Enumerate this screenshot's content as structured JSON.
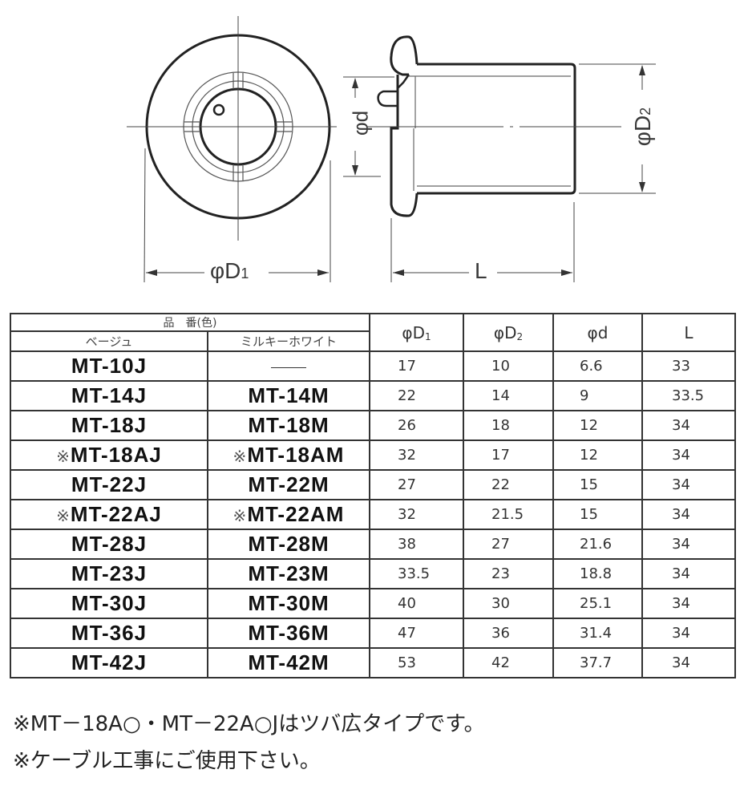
{
  "drawing": {
    "front_view": {
      "dimension_label": "φD1",
      "label_main": "φD",
      "label_sub": "1"
    },
    "side_view": {
      "dimension_d": "φd",
      "dimension_D2_main": "φD",
      "dimension_D2_sub": "2",
      "dimension_L": "L"
    }
  },
  "table": {
    "header": {
      "group_label": "品　番(色)",
      "col_beige": "ベージュ",
      "col_white": "ミルキーホワイト",
      "col_D1_main": "φD",
      "col_D1_sub": "1",
      "col_D2_main": "φD",
      "col_D2_sub": "2",
      "col_d": "φd",
      "col_L": "L"
    },
    "rows": [
      {
        "beige": "MT-10J",
        "white": "",
        "white_dash": true,
        "mark": "",
        "D1": "17",
        "D2": "10",
        "d": "6.6",
        "L": "33"
      },
      {
        "beige": "MT-14J",
        "white": "MT-14M",
        "mark": "",
        "D1": "22",
        "D2": "14",
        "d": "9",
        "L": "33.5"
      },
      {
        "beige": "MT-18J",
        "white": "MT-18M",
        "mark": "",
        "D1": "26",
        "D2": "18",
        "d": "12",
        "L": "34"
      },
      {
        "beige": "MT-18AJ",
        "white": "MT-18AM",
        "mark": "※",
        "D1": "32",
        "D2": "17",
        "d": "12",
        "L": "34"
      },
      {
        "beige": "MT-22J",
        "white": "MT-22M",
        "mark": "",
        "D1": "27",
        "D2": "22",
        "d": "15",
        "L": "34"
      },
      {
        "beige": "MT-22AJ",
        "white": "MT-22AM",
        "mark": "※",
        "D1": "32",
        "D2": "21.5",
        "d": "15",
        "L": "34"
      },
      {
        "beige": "MT-28J",
        "white": "MT-28M",
        "mark": "",
        "D1": "38",
        "D2": "27",
        "d": "21.6",
        "L": "34"
      },
      {
        "beige": "MT-23J",
        "white": "MT-23M",
        "mark": "",
        "D1": "33.5",
        "D2": "23",
        "d": "18.8",
        "L": "34"
      },
      {
        "beige": "MT-30J",
        "white": "MT-30M",
        "mark": "",
        "D1": "40",
        "D2": "30",
        "d": "25.1",
        "L": "34"
      },
      {
        "beige": "MT-36J",
        "white": "MT-36M",
        "mark": "",
        "D1": "47",
        "D2": "36",
        "d": "31.4",
        "L": "34"
      },
      {
        "beige": "MT-42J",
        "white": "MT-42M",
        "mark": "",
        "D1": "53",
        "D2": "42",
        "d": "37.7",
        "L": "34"
      }
    ]
  },
  "notes": [
    "※MT－18A○・MT－22A○Jはツバ広タイプです。",
    "※ケーブル工事にご使用下さい。"
  ]
}
